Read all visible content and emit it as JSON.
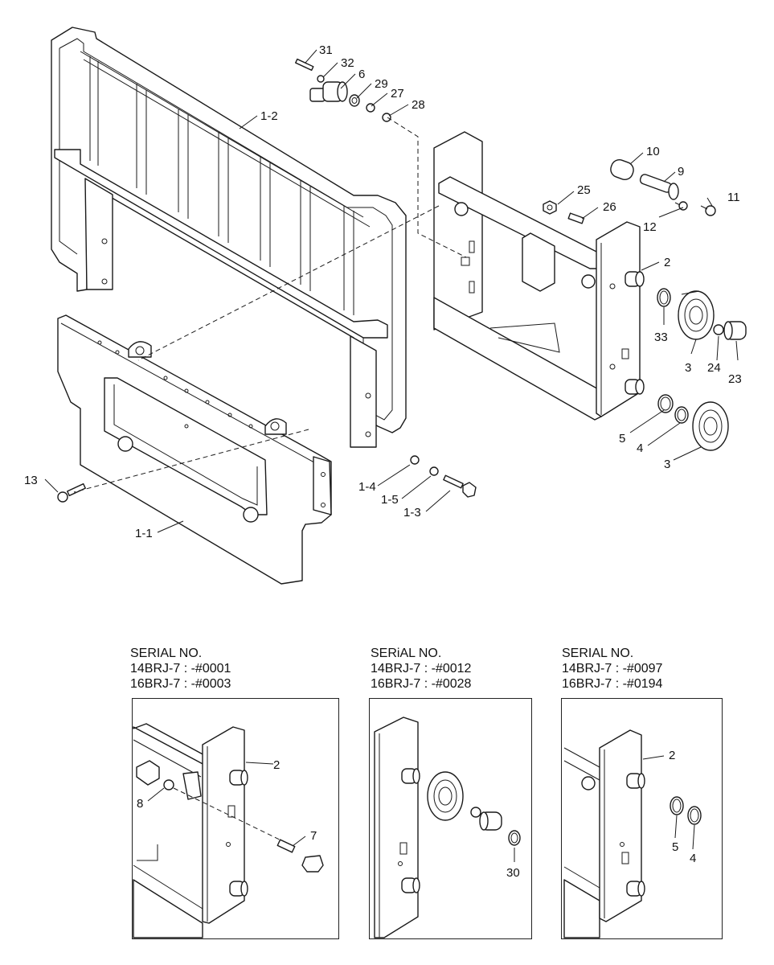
{
  "callouts": {
    "c31": "31",
    "c32": "32",
    "c6": "6",
    "c29": "29",
    "c27": "27",
    "c28": "28",
    "c1_2": "1-2",
    "c10": "10",
    "c9": "9",
    "c11": "11",
    "c25": "25",
    "c26": "26",
    "c12": "12",
    "c2": "2",
    "c33": "33",
    "c3a": "3",
    "c24": "24",
    "c23": "23",
    "c5": "5",
    "c4": "4",
    "c3b": "3",
    "c13": "13",
    "c1_4": "1-4",
    "c1_5": "1-5",
    "c1_3": "1-3",
    "c1_1": "1-1"
  },
  "insets": [
    {
      "heading": "SERIAL NO.",
      "line1": "14BRJ-7 : -#0001",
      "line2": "16BRJ-7 : -#0003",
      "callouts": {
        "c2": "2",
        "c8": "8",
        "c7": "7"
      }
    },
    {
      "heading": "SERiAL NO.",
      "line1": "14BRJ-7 : -#0012",
      "line2": "16BRJ-7 : -#0028",
      "callouts": {
        "c30": "30"
      }
    },
    {
      "heading": "SERIAL NO.",
      "line1": "14BRJ-7 : -#0097",
      "line2": "16BRJ-7 : -#0194",
      "callouts": {
        "c2": "2",
        "c5": "5",
        "c4": "4"
      }
    }
  ]
}
